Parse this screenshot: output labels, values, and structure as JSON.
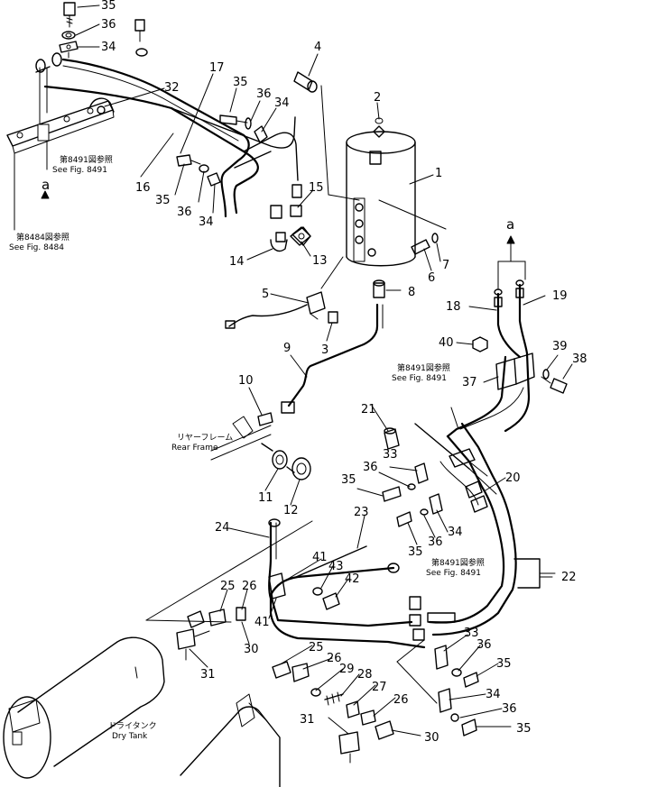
{
  "callouts": {
    "n1": "1",
    "n2": "2",
    "n3": "3",
    "n4": "4",
    "n5": "5",
    "n6": "6",
    "n7": "7",
    "n8": "8",
    "n9": "9",
    "n10": "10",
    "n11": "11",
    "n12": "12",
    "n13": "13",
    "n14": "14",
    "n15": "15",
    "n16": "16",
    "n17": "17",
    "n18": "18",
    "n19": "19",
    "n20": "20",
    "n21": "21",
    "n22": "22",
    "n23": "23",
    "n24": "24",
    "n25": "25",
    "n26": "26",
    "n27": "27",
    "n28": "28",
    "n29": "29",
    "n30": "30",
    "n31": "31",
    "n32": "32",
    "n33": "33",
    "n34": "34",
    "n35": "35",
    "n36": "36",
    "n37": "37",
    "n38": "38",
    "n39": "39",
    "n40": "40",
    "n41": "41",
    "n42": "42",
    "n43": "43",
    "a": "a"
  },
  "references": {
    "fig8491_jp": "第8491図参照",
    "fig8491_en": "See Fig. 8491",
    "fig8484_jp": "第8484図参照",
    "fig8484_en": "See Fig. 8484",
    "rear_frame_jp": "リヤーフレーム",
    "rear_frame_en": "Rear Frame",
    "dry_tank_jp": "ドライタンク",
    "dry_tank_en": "Dry Tank"
  }
}
